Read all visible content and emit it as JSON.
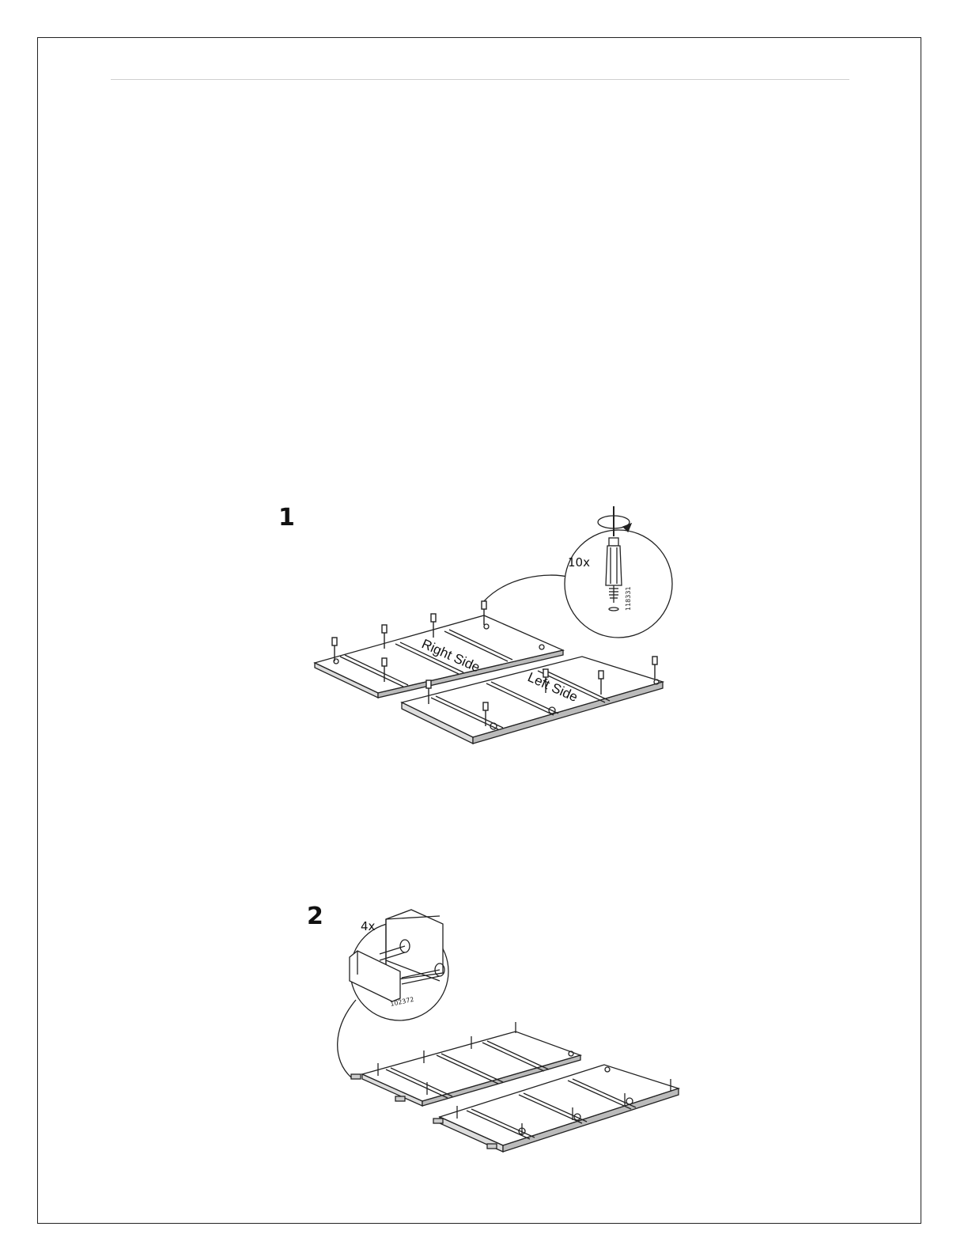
{
  "steps": [
    {
      "number": "1",
      "quantity": "10x",
      "part_number": "118331",
      "labels": {
        "right_panel": "Right Side",
        "left_panel": "Left Side"
      }
    },
    {
      "number": "2",
      "quantity": "4x",
      "part_number": "102372"
    }
  ]
}
